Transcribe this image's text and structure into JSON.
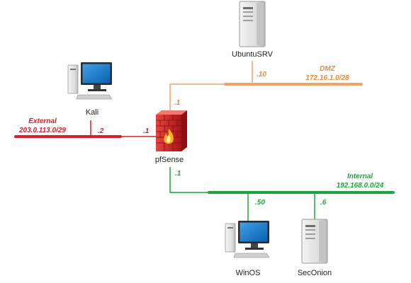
{
  "colors": {
    "external": "#d6202a",
    "dmz": "#f0a46a",
    "internal": "#1fa63a",
    "dmz_text": "#e88a3c",
    "internal_text": "#1fa63a",
    "external_text": "#d6202a"
  },
  "icons": {
    "firewall": "firewall-icon",
    "workstation": "desktop-computer-icon",
    "server": "tower-server-icon"
  },
  "networks": {
    "external": {
      "name": "External",
      "cidr": "203.0.113.0/29"
    },
    "dmz": {
      "name": "DMZ",
      "cidr": "172.16.1.0/28"
    },
    "internal": {
      "name": "Internal",
      "cidr": "192.168.0.0/24"
    }
  },
  "hosts": {
    "pfsense": {
      "label": "pfSense",
      "ip_external": ".1",
      "ip_dmz": ".1",
      "ip_internal": ".1"
    },
    "kali": {
      "label": "Kali",
      "ip": ".2"
    },
    "ubuntusrv": {
      "label": "UbuntuSRV",
      "ip": ".10"
    },
    "winos": {
      "label": "WinOS",
      "ip": ".50"
    },
    "seconion": {
      "label": "SecOnion",
      "ip": ".6"
    }
  }
}
